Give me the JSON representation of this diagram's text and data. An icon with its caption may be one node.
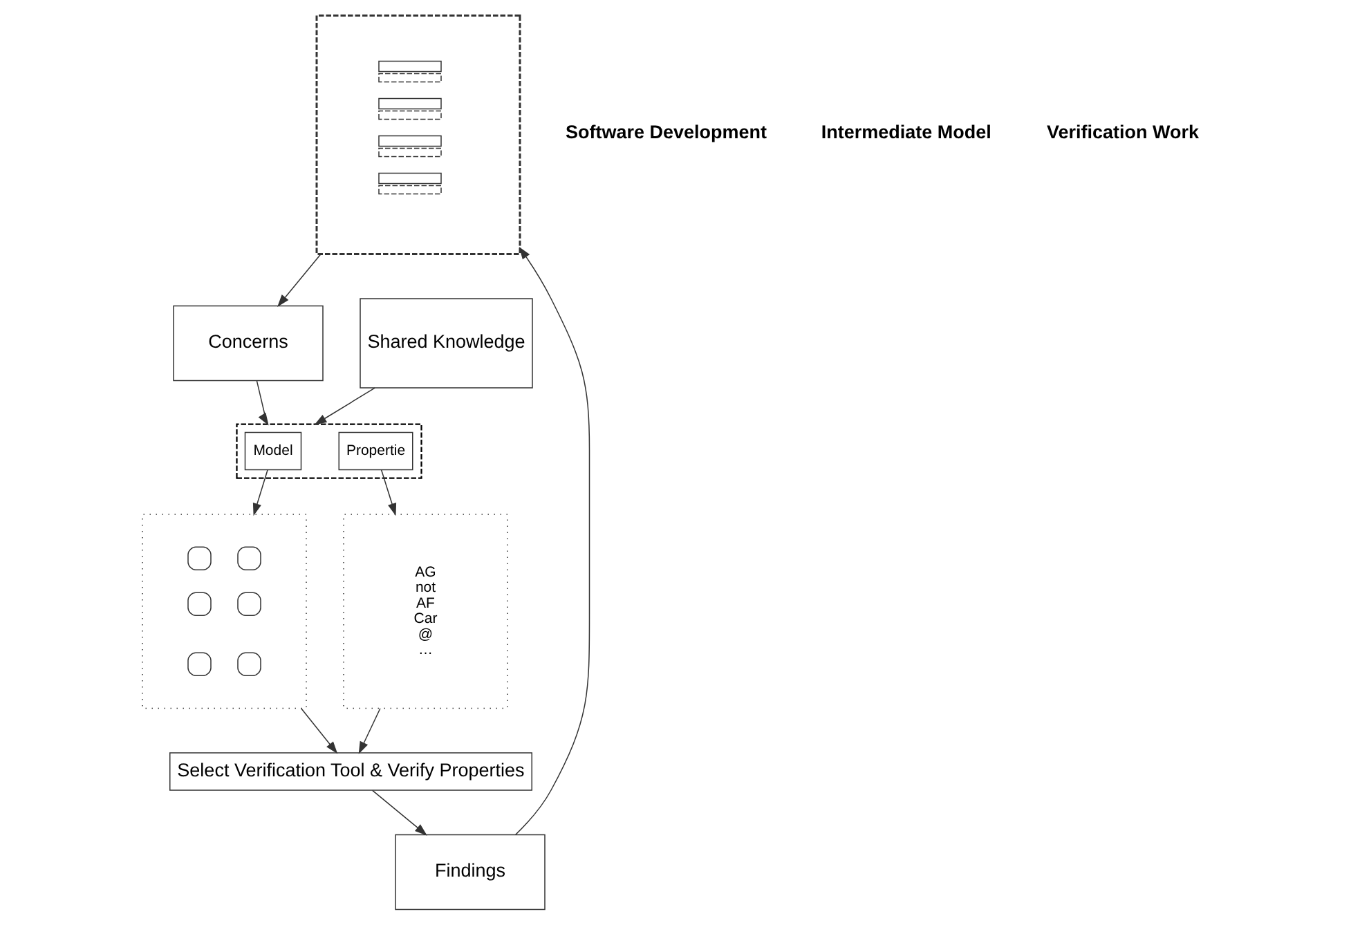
{
  "diagram": {
    "nodes": [
      {
        "text": [],
        "shape": "picture"
      },
      {
        "text": [
          "Concerns"
        ]
      },
      {
        "text": [
          "Shared Knowledge"
        ]
      },
      {
        "text": [],
        "shape": "box"
      },
      {
        "text": [
          "Model"
        ],
        "in": 3
      },
      {
        "text": [
          "Propertie"
        ],
        "in": 3
      },
      {
        "text": [],
        "shape": "picture"
      },
      {
        "text": [
          "AG",
          "not",
          "AF",
          "Car",
          "@",
          "…"
        ]
      },
      {
        "text": [
          "Select Verification Tool & Verify Properties"
        ]
      },
      {
        "text": [
          "Findings"
        ]
      }
    ],
    "edges": [
      {
        "from": 0,
        "to": 1,
        "arrow": "to"
      },
      {
        "from": 1,
        "to": 3,
        "arrow": "to"
      },
      {
        "from": 2,
        "to": 3,
        "arrow": "to"
      },
      {
        "from": 4,
        "to": 6,
        "arrow": "to"
      },
      {
        "from": 5,
        "to": 7,
        "arrow": "to"
      },
      {
        "from": 6,
        "to": 8,
        "arrow": "to"
      },
      {
        "from": 7,
        "to": 8,
        "arrow": "to"
      },
      {
        "from": 8,
        "to": 9,
        "arrow": "to"
      },
      {
        "from": 9,
        "to": 0,
        "arrow": "to"
      }
    ],
    "labels": [
      "Software Development",
      "Intermediate Model",
      "Verification Work"
    ]
  }
}
